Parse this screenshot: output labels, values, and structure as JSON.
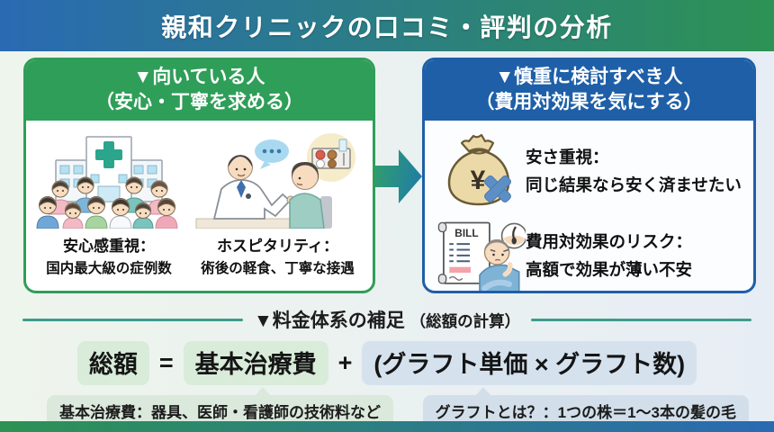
{
  "header": {
    "title": "親和クリニックの口コミ・評判の分析"
  },
  "suited_panel": {
    "title_line1": "▼向いている人",
    "title_line2": "（安心・丁寧を求める）",
    "items": [
      {
        "heading": "安心感重視：",
        "description": "国内最大級の症例数",
        "icon": "hospital-crowd-illustration"
      },
      {
        "heading": "ホスピタリティ：",
        "description": "術後の軽食、丁寧な接遇",
        "icon": "doctor-patient-illustration"
      }
    ]
  },
  "caution_panel": {
    "title_line1": "▼慎重に検討すべき人",
    "title_line2": "（費用対効果を気にする）",
    "items": [
      {
        "heading": "安さ重視：",
        "description": "同じ結果なら安く済ませたい",
        "icon": "money-bag-crossed-icon",
        "icon_text": "¥"
      },
      {
        "heading": "費用対効果のリスク：",
        "description": "高額で効果が薄い不安",
        "icon": "bill-worried-man-icon",
        "icon_text": "BILL"
      }
    ]
  },
  "pricing": {
    "section_title": "▼料金体系の補足",
    "section_note": "（総額の計算）",
    "formula": {
      "total": "総額",
      "equals": "=",
      "base": "基本治療費",
      "plus": "+",
      "graft": "(グラフト単価 × グラフト数)"
    },
    "footnote_base": "基本治療費：器具、医師・看護師の技術料など",
    "footnote_graft": "グラフトとは？：1つの株＝1〜3本の髪の毛"
  },
  "colors": {
    "header_gradient_left": "#2a6ab3",
    "header_gradient_right": "#2d9254",
    "suited_green": "#2f9e58",
    "caution_blue": "#1e5fa8",
    "divider_teal": "#3d9c8c",
    "formula_green_bg": "#d8ecd9",
    "formula_blue_bg": "#d5e2ee"
  }
}
